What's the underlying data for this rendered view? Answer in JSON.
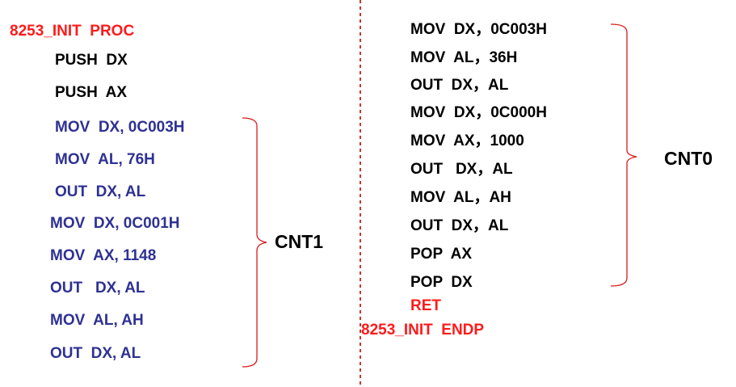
{
  "left": {
    "proc_line": "8253_INIT  PROC",
    "lines": [
      "PUSH  DX",
      "PUSH  AX",
      "MOV  DX, 0C003H",
      "MOV  AL, 76H",
      "OUT  DX, AL",
      "MOV  DX, 0C001H",
      "MOV  AX, 1148",
      "OUT   DX, AL",
      "MOV  AL, AH",
      "OUT  DX, AL"
    ],
    "bracket_label": "CNT1"
  },
  "right": {
    "lines": [
      "MOV  DX，0C003H",
      "MOV  AL，36H",
      "OUT  DX，AL",
      "MOV  DX，0C000H",
      "MOV  AX，1000",
      "OUT   DX，AL",
      "MOV  AL，AH",
      "OUT  DX，AL",
      "POP  AX",
      "POP  DX"
    ],
    "ret_line": "RET",
    "endp_line": "8253_INIT  ENDP",
    "bracket_label": "CNT0"
  },
  "colors": {
    "keyword_red": "#ff1a1a",
    "stack_black": "#000000",
    "body_navy": "#2e3192",
    "divider": "#c0392b"
  }
}
